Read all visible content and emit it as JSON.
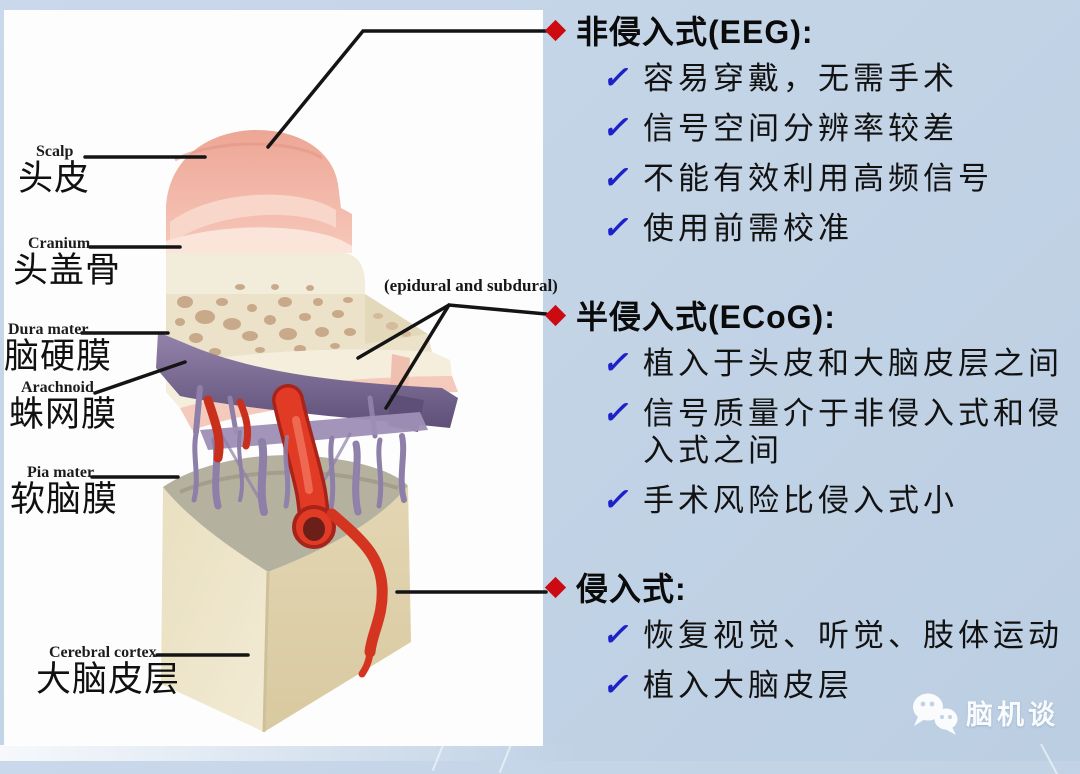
{
  "background": {
    "color": "#c2d3e6"
  },
  "accent": {
    "bullet_red": "#cc0a12",
    "check_blue": "#1c21c8"
  },
  "icons": {
    "check": "✓"
  },
  "diagram": {
    "labels": [
      {
        "en": "Scalp",
        "zh": "头皮"
      },
      {
        "en": "Cranium",
        "zh": "头盖骨"
      },
      {
        "en": "Dura mater",
        "zh": "脑硬膜"
      },
      {
        "en": "Arachnoid",
        "zh": "蛛网膜"
      },
      {
        "en": "Pia mater",
        "zh": "软脑膜"
      },
      {
        "en": "Cerebral cortex",
        "zh": "大脑皮层"
      }
    ],
    "annotation": "(epidural and subdural)"
  },
  "sections": [
    {
      "title": "非侵入式(EEG):",
      "items": [
        "容易穿戴，无需手术",
        "信号空间分辨率较差",
        "不能有效利用高频信号",
        "使用前需校准"
      ]
    },
    {
      "title": "半侵入式(ECoG):",
      "items": [
        "植入于头皮和大脑皮层之间",
        "信号质量介于非侵入式和侵入式之间",
        "手术风险比侵入式小"
      ]
    },
    {
      "title": "侵入式:",
      "items": [
        "恢复视觉、听觉、肢体运动",
        "植入大脑皮层"
      ]
    }
  ],
  "watermark": {
    "name": "脑机谈"
  }
}
